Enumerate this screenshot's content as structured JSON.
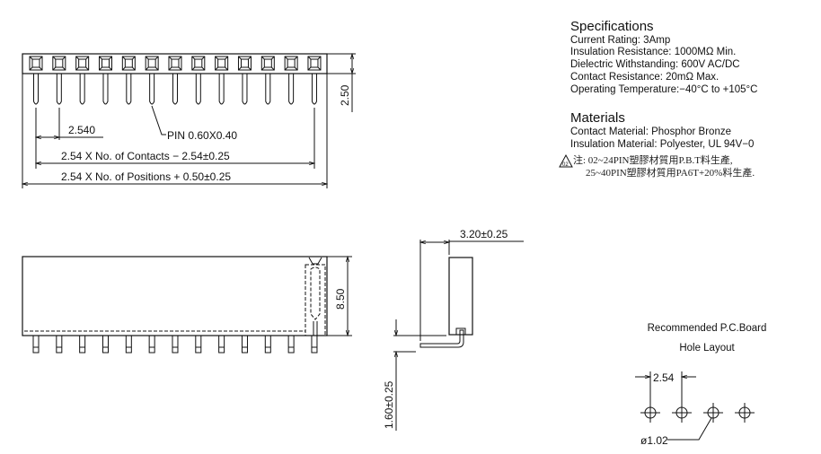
{
  "specifications": {
    "title": "Specifications",
    "lines": [
      "Current Rating:  3Amp",
      "Insulation Resistance: 1000MΩ Min.",
      "Dielectric Withstanding:  600V AC/DC",
      "Contact Resistance:  20mΩ Max.",
      "Operating Temperature:−40°C to +105°C"
    ]
  },
  "materials": {
    "title": "Materials",
    "lines": [
      "Contact Material: Phosphor Bronze",
      "Insulation Material: Polyester, UL 94V−0"
    ],
    "revision_mark": "02",
    "notes": [
      "注: 02~24PIN塑膠材質用P.B.T料生產,",
      "25~40PIN塑膠材質用PA6T+20%料生產."
    ]
  },
  "top_view": {
    "pin_count": 13,
    "height_dim": "2.50",
    "pitch_dim": "2.540",
    "pin_label": "PIN 0.60X0.40",
    "contacts_dim": "2.54 X No. of Contacts − 2.54±0.25",
    "positions_dim": "2.54 X No. of Positions + 0.50±0.25"
  },
  "front_view": {
    "pin_count": 13,
    "height_dim": "8.50"
  },
  "side_view": {
    "width_dim": "3.20±0.25",
    "pin_dim": "1.60±0.25"
  },
  "pcb_layout": {
    "title_line1": "Recommended P.C.Board",
    "title_line2": "Hole Layout",
    "pitch_dim": "2.54",
    "hole_dim": "ø1.02",
    "hole_count": 4
  }
}
